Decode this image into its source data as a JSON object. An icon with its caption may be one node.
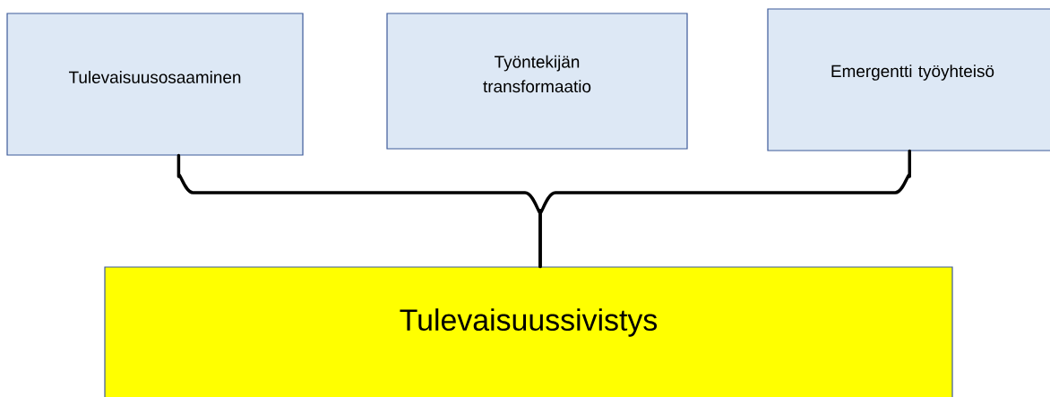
{
  "diagram": {
    "nodes": [
      {
        "text": [
          "Tulevaisuusosaaminen"
        ]
      },
      {
        "text": [
          "Työntekijän transformaatio"
        ]
      },
      {
        "text": [
          "Emergentti työyhteisö"
        ]
      },
      {
        "text": [
          "Tulevaisuussivistys"
        ]
      }
    ],
    "edges": [
      {
        "from": 0,
        "to": 3,
        "arrow": "none"
      },
      {
        "from": 2,
        "to": 3,
        "arrow": "none"
      }
    ]
  }
}
